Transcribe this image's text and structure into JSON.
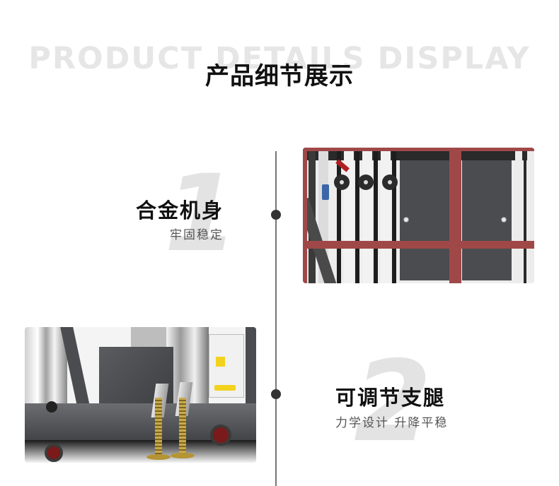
{
  "header": {
    "background_text": "PRODUCT DETAILS DISPLAY",
    "title": "产品细节展示"
  },
  "features": [
    {
      "number": "1",
      "title": "合金机身",
      "subtitle": "牢固稳定",
      "image_alt": "alloy-body-mast-detail"
    },
    {
      "number": "2",
      "title": "可调节支腿",
      "subtitle": "力学设计 升降平稳",
      "image_alt": "adjustable-outrigger-detail"
    }
  ],
  "colors": {
    "frame_red": "#a04848",
    "text_dark": "#111111",
    "text_sub": "#555555",
    "watermark": "#e6e6e6",
    "timeline": "#777777",
    "dot": "#333333"
  }
}
